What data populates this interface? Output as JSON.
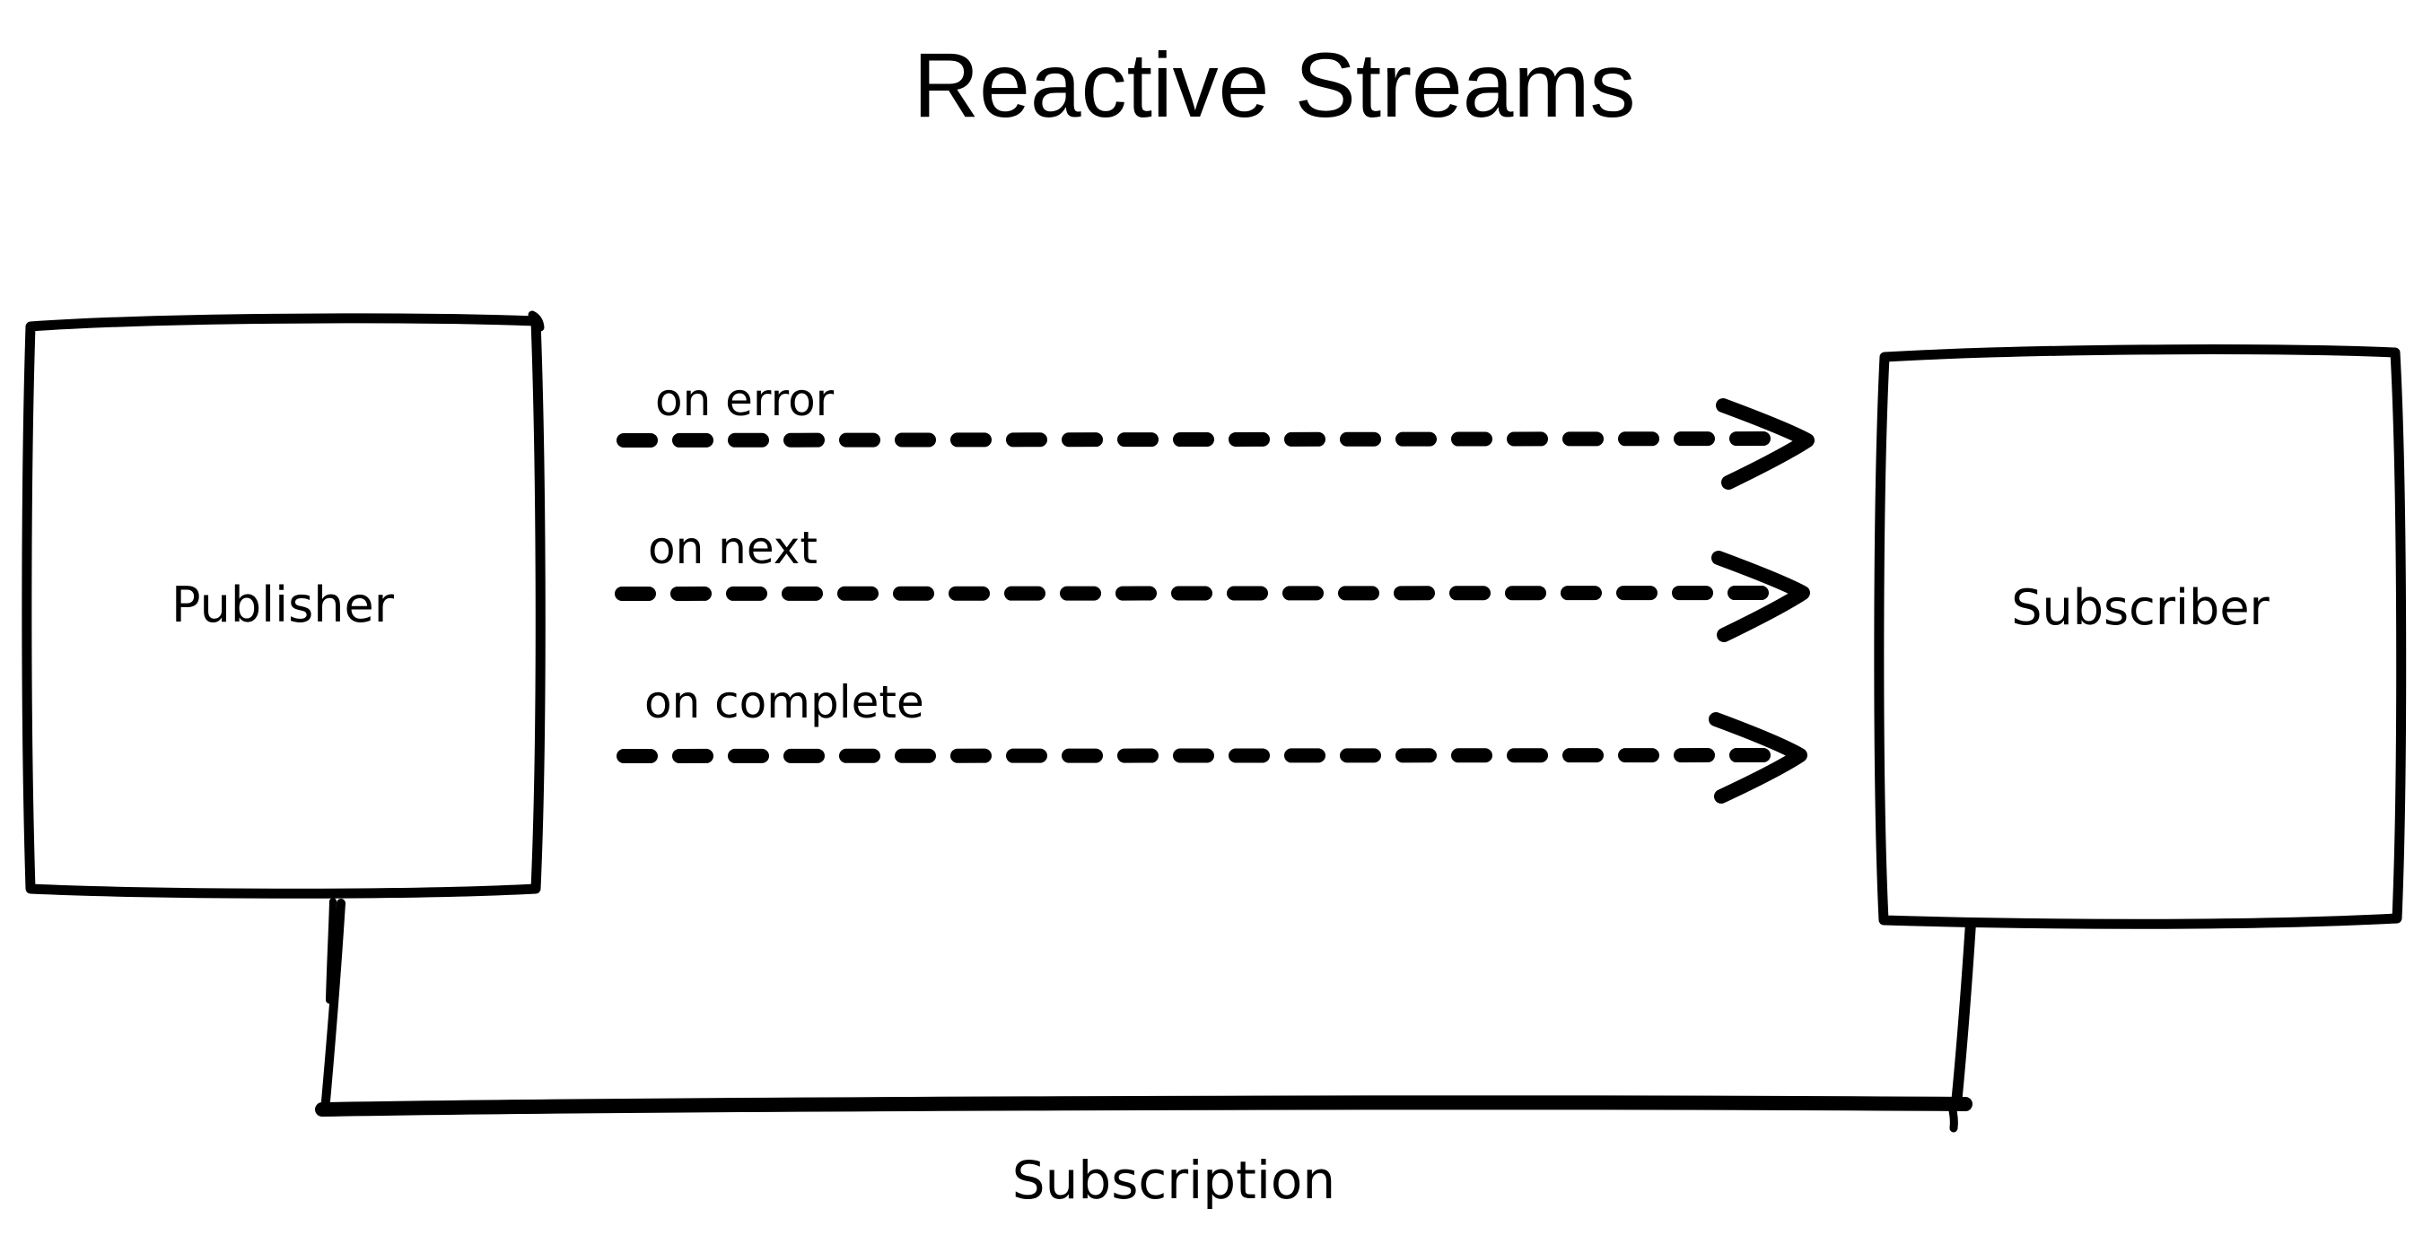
{
  "title": "Reactive Streams",
  "nodes": {
    "publisher": {
      "label": "Publisher"
    },
    "subscriber": {
      "label": "Subscriber"
    }
  },
  "events": [
    {
      "label": "on error"
    },
    {
      "label": "on next"
    },
    {
      "label": "on complete"
    }
  ],
  "subscription": {
    "label": "Subscription"
  },
  "colors": {
    "ink": "#000000",
    "background": "#ffffff"
  }
}
